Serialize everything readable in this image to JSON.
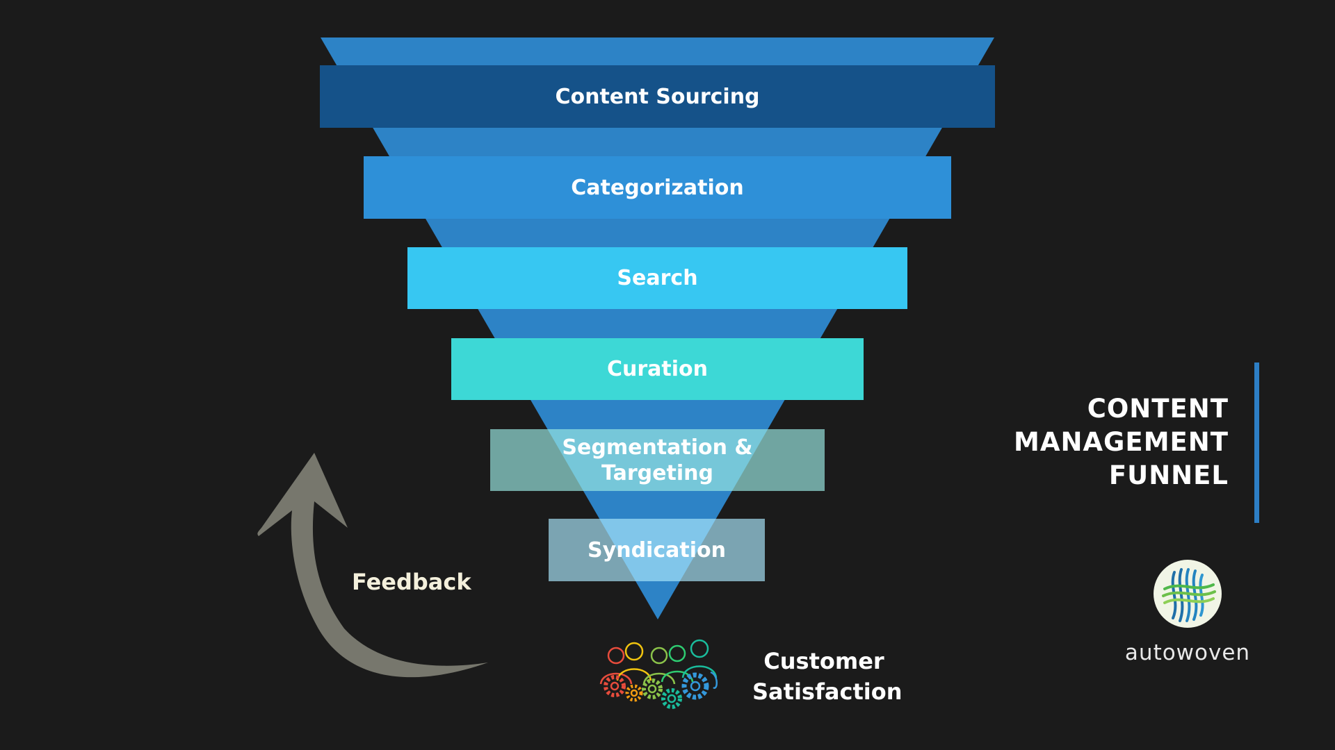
{
  "funnel": {
    "title_lines": [
      "CONTENT",
      "MANAGEMENT",
      "FUNNEL"
    ],
    "stages": [
      {
        "label": "Content Sourcing",
        "color": "#155289"
      },
      {
        "label": "Categorization",
        "color": "#2e90d8"
      },
      {
        "label": "Search",
        "color": "#37c7f2"
      },
      {
        "label": "Curation",
        "color": "#3dd8d6"
      },
      {
        "label": "Segmentation & Targeting",
        "color": "#9ae8e2"
      },
      {
        "label": "Syndication",
        "color": "#aae6fa"
      }
    ],
    "funnel_color": "#2d83c6"
  },
  "feedback": {
    "label": "Feedback",
    "arrow_color": "#77776d"
  },
  "outcome": {
    "line1": "Customer",
    "line2": "Satisfaction",
    "icon": "people-gears-icon"
  },
  "brand": {
    "name": "autowoven",
    "logo_icon": "woven-lines-logo"
  },
  "colors": {
    "background": "#1b1b1b",
    "accent": "#2d7fc5"
  }
}
